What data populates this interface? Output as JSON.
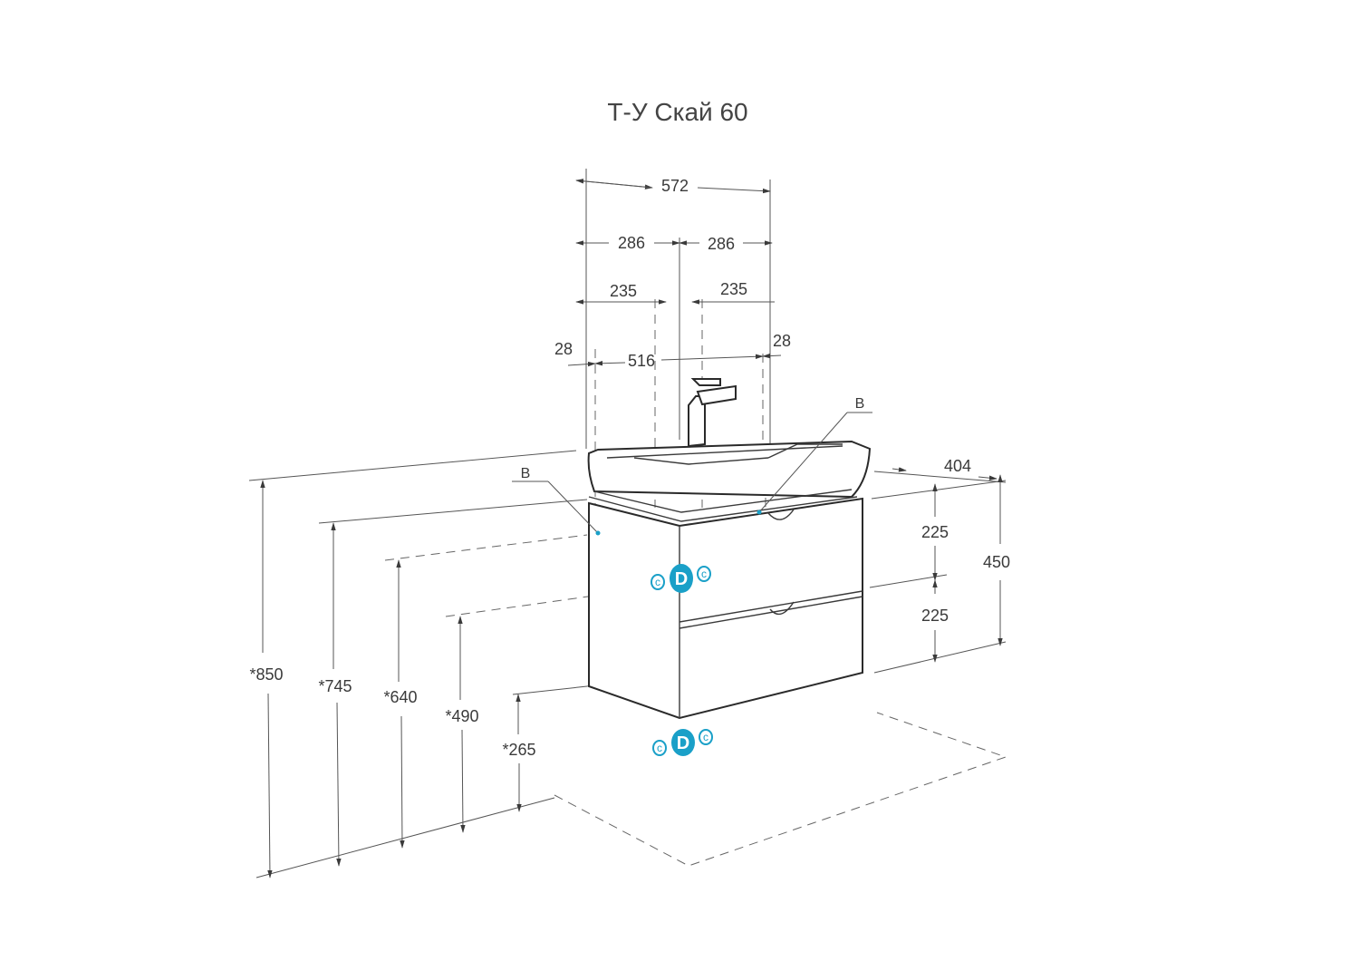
{
  "title": "Т-У Скай 60",
  "dimensions": {
    "width_total": "572",
    "half_left": "286",
    "half_right": "286",
    "offset_left": "235",
    "offset_right": "235",
    "edge_left": "28",
    "edge_right": "28",
    "inner_width": "516",
    "depth": "404",
    "body_height": "450",
    "drawer_top": "225",
    "drawer_bottom": "225",
    "h_850": "*850",
    "h_745": "*745",
    "h_640": "*640",
    "h_490": "*490",
    "h_265": "*265"
  },
  "labels": {
    "b_left": "B",
    "b_right": "B"
  },
  "markers": {
    "c": "c",
    "d": "D"
  },
  "colors": {
    "marker": "#1aa0c8",
    "line": "#3a3a3a"
  }
}
